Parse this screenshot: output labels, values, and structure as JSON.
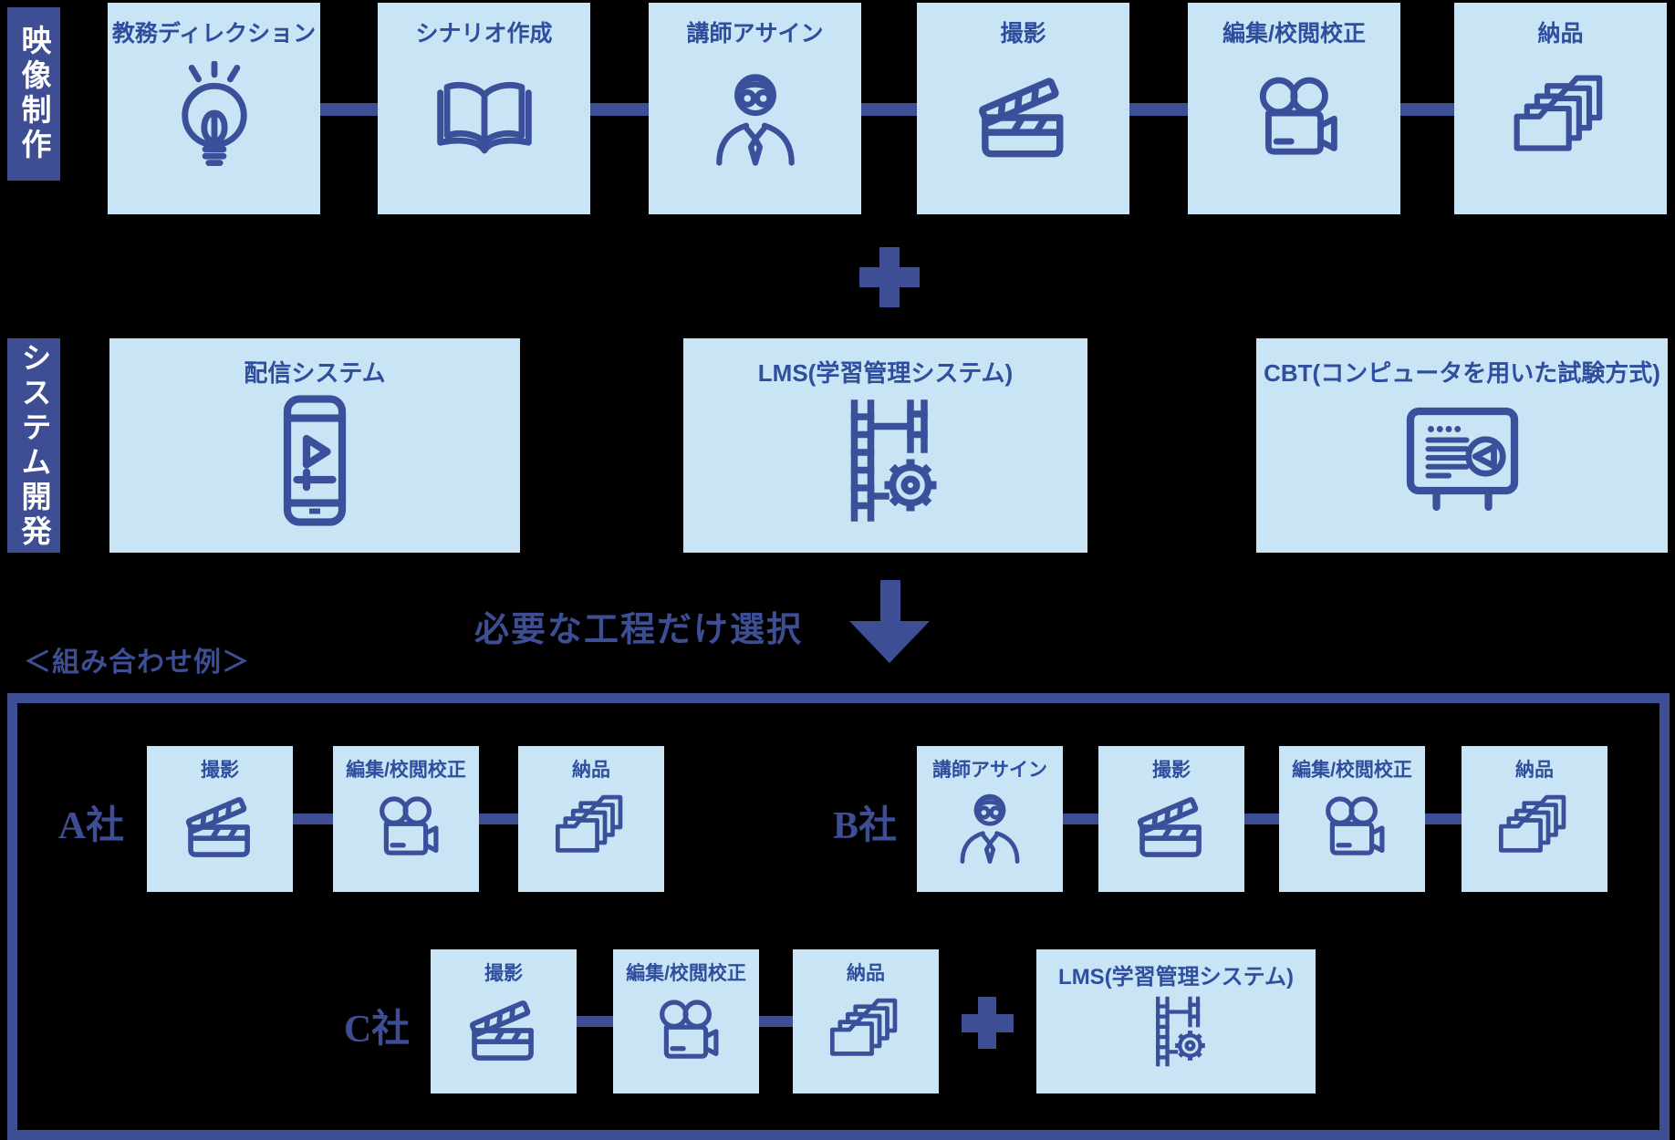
{
  "colors": {
    "navy": "#3d4e94",
    "box_fill": "#c9e4f5",
    "title_text": "#2f4f9e",
    "icon_stroke": "#3b4f9a",
    "side_label_text": "#ffffff",
    "background": "#000000"
  },
  "symbols": {
    "plus": "+",
    "down_arrow": "▼"
  },
  "video_row": {
    "label": "映像制作",
    "steps": [
      {
        "label": "教務ディレクション",
        "icon": "idea-lightbulb-icon"
      },
      {
        "label": "シナリオ作成",
        "icon": "open-book-icon"
      },
      {
        "label": "講師アサイン",
        "icon": "instructor-icon"
      },
      {
        "label": "撮影",
        "icon": "clapperboard-icon"
      },
      {
        "label": "編集/校閲校正",
        "icon": "video-camera-icon"
      },
      {
        "label": "納品",
        "icon": "folders-icon"
      }
    ]
  },
  "system_row": {
    "label": "システム開発",
    "items": [
      {
        "label": "配信システム",
        "icon": "smartphone-icon"
      },
      {
        "label": "LMS(学習管理システム)",
        "icon": "film-gear-icon"
      },
      {
        "label": "CBT(コンピュータを用いた試験方式)",
        "icon": "exam-board-icon"
      }
    ]
  },
  "selection_note": "必要な工程だけ選択",
  "examples": {
    "heading": "＜組み合わせ例＞",
    "rows": [
      {
        "company": "A社",
        "steps": [
          "撮影",
          "編集/校閲校正",
          "納品"
        ]
      },
      {
        "company": "B社",
        "steps": [
          "講師アサイン",
          "撮影",
          "編集/校閲校正",
          "納品"
        ]
      },
      {
        "company": "C社",
        "steps": [
          "撮影",
          "編集/校閲校正",
          "納品"
        ],
        "plus_item": "LMS(学習管理システム)"
      }
    ]
  }
}
